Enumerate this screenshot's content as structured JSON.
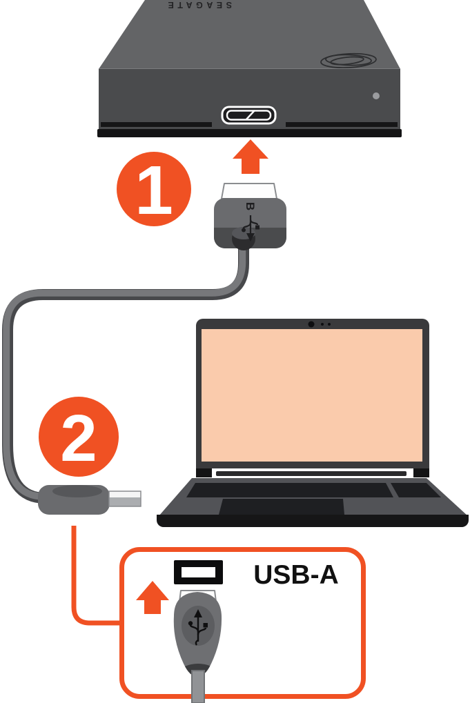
{
  "diagram": {
    "type": "hardware-connection-illustration",
    "drive": {
      "brand_label": "SEAGATE"
    },
    "steps": [
      {
        "badge": "1"
      },
      {
        "badge": "2"
      }
    ],
    "cable": {
      "drive_end_marking": "B"
    },
    "inset": {
      "port_label": "USB-A"
    },
    "colors": {
      "accent_orange": "#F05123",
      "drive_top": "#636466",
      "drive_front": "#4A4B4D",
      "laptop_bezel": "#3A3A3C",
      "laptop_screen": "#FACBAC",
      "laptop_deck": "#525357",
      "keyboard_dark": "#1E1F22",
      "cable_dark": "#47484B",
      "cable_light": "#77787B",
      "connector_body": "#6A6B6E",
      "black_detail": "#141415",
      "white": "#FFFFFF"
    }
  }
}
